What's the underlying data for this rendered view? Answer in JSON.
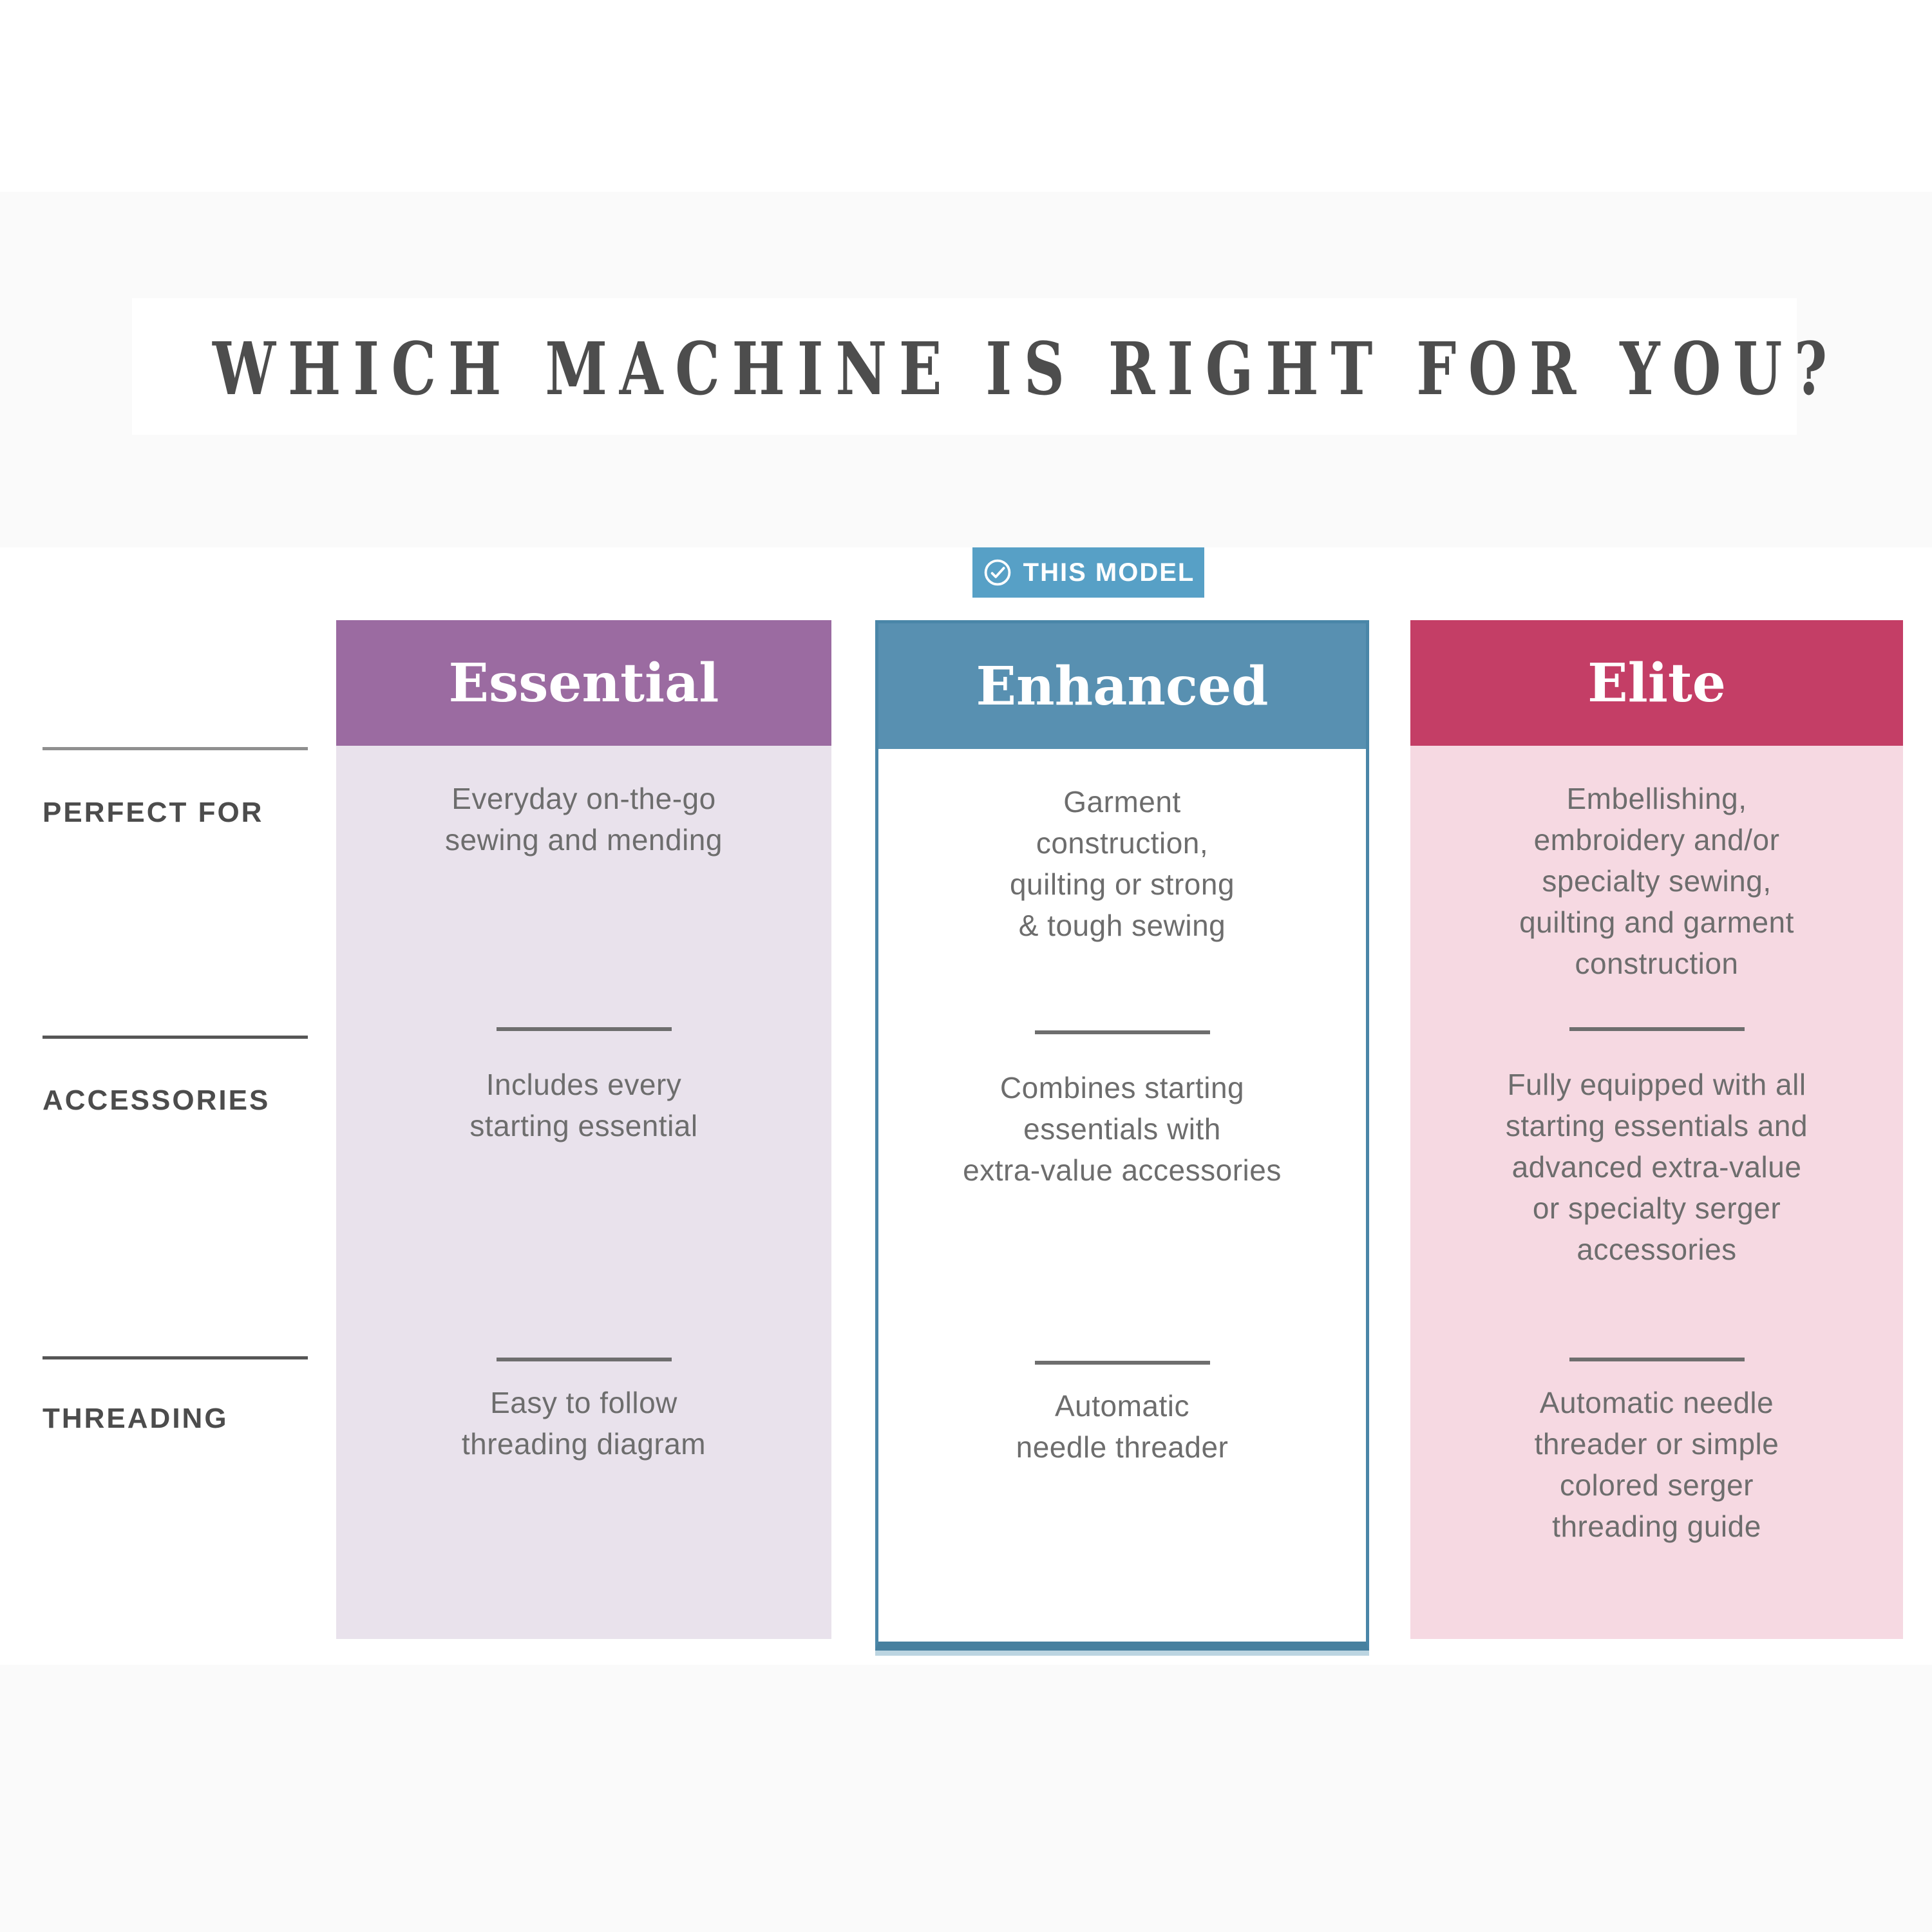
{
  "header": {
    "title": "WHICH MACHINE IS RIGHT FOR YOU?"
  },
  "badge": {
    "label": "THIS MODEL",
    "icon": "check-circle-icon",
    "bg_color": "#57a0c6",
    "text_color": "#ffffff"
  },
  "row_labels": [
    {
      "label": "PERFECT FOR"
    },
    {
      "label": "ACCESSORIES"
    },
    {
      "label": "THREADING"
    }
  ],
  "columns": [
    {
      "name": "Essential",
      "header_color": "#9b6ba1",
      "body_color": "#e9e2ec",
      "highlighted": false,
      "perfect_for": "Everyday on-the-go\nsewing and mending",
      "accessories": "Includes every\nstarting essential",
      "threading": "Easy to follow\nthreading diagram"
    },
    {
      "name": "Enhanced",
      "header_color": "#5890b1",
      "body_color": "#ffffff",
      "border_color": "#4a86a8",
      "highlighted": true,
      "perfect_for": "Garment\nconstruction,\nquilting or strong\n& tough sewing",
      "accessories": "Combines starting\nessentials with\nextra-value accessories",
      "threading": "Automatic\nneedle threader"
    },
    {
      "name": "Elite",
      "header_color": "#c43e66",
      "body_color": "#f6d9e2",
      "highlighted": false,
      "perfect_for": "Embellishing,\nembroidery and/or\nspecialty sewing,\nquilting and garment\nconstruction",
      "accessories": "Fully equipped with all\nstarting essentials and\nadvanced extra-value\nor specialty serger\naccessories",
      "threading": "Automatic needle\nthreader or simple\ncolored serger\nthreading guide"
    }
  ],
  "colors": {
    "page_background": "#ffffff",
    "band_background": "#fafafa",
    "title_text": "#4d4d4d",
    "row_label_text": "#4c4c4c",
    "cell_text": "#6d6d6d",
    "divider": "#6e6e6e"
  }
}
